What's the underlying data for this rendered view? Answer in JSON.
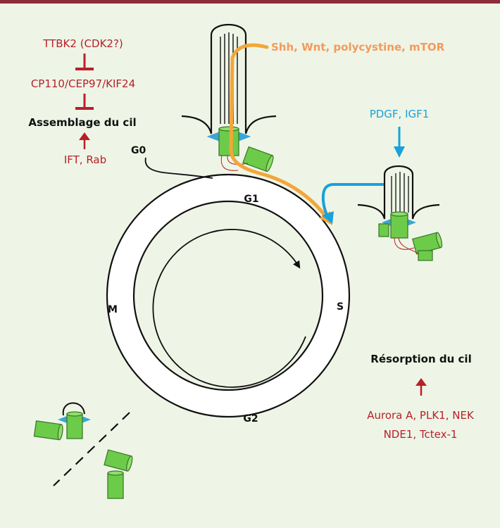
{
  "colors": {
    "background": "#eef5e6",
    "top_bar": "#8e2d3a",
    "red_text": "#b8202a",
    "orange": "#f3a63b",
    "orange_text": "#f49a5c",
    "blue": "#1aa0dc",
    "centriole_green": "#6dcb4a",
    "basal_body_blue": "#3aa6d6",
    "black": "#111111"
  },
  "top_left": {
    "line1": "TTBK2 (CDK2?)",
    "line2": "CP110/CEP97/KIF24",
    "line3": "Assemblage du cil",
    "line4": "IFT, Rab"
  },
  "cycle": {
    "g0": "G0",
    "g1": "G1",
    "s": "S",
    "g2": "G2",
    "m": "M"
  },
  "signals": {
    "orange_label": "Shh, Wnt, polycystine, mTOR",
    "blue_label": "PDGF, IGF1"
  },
  "resorption": {
    "title": "Résorption du cil",
    "line1": "Aurora A, PLK1, NEK",
    "line2": "NDE1, Tctex-1"
  }
}
